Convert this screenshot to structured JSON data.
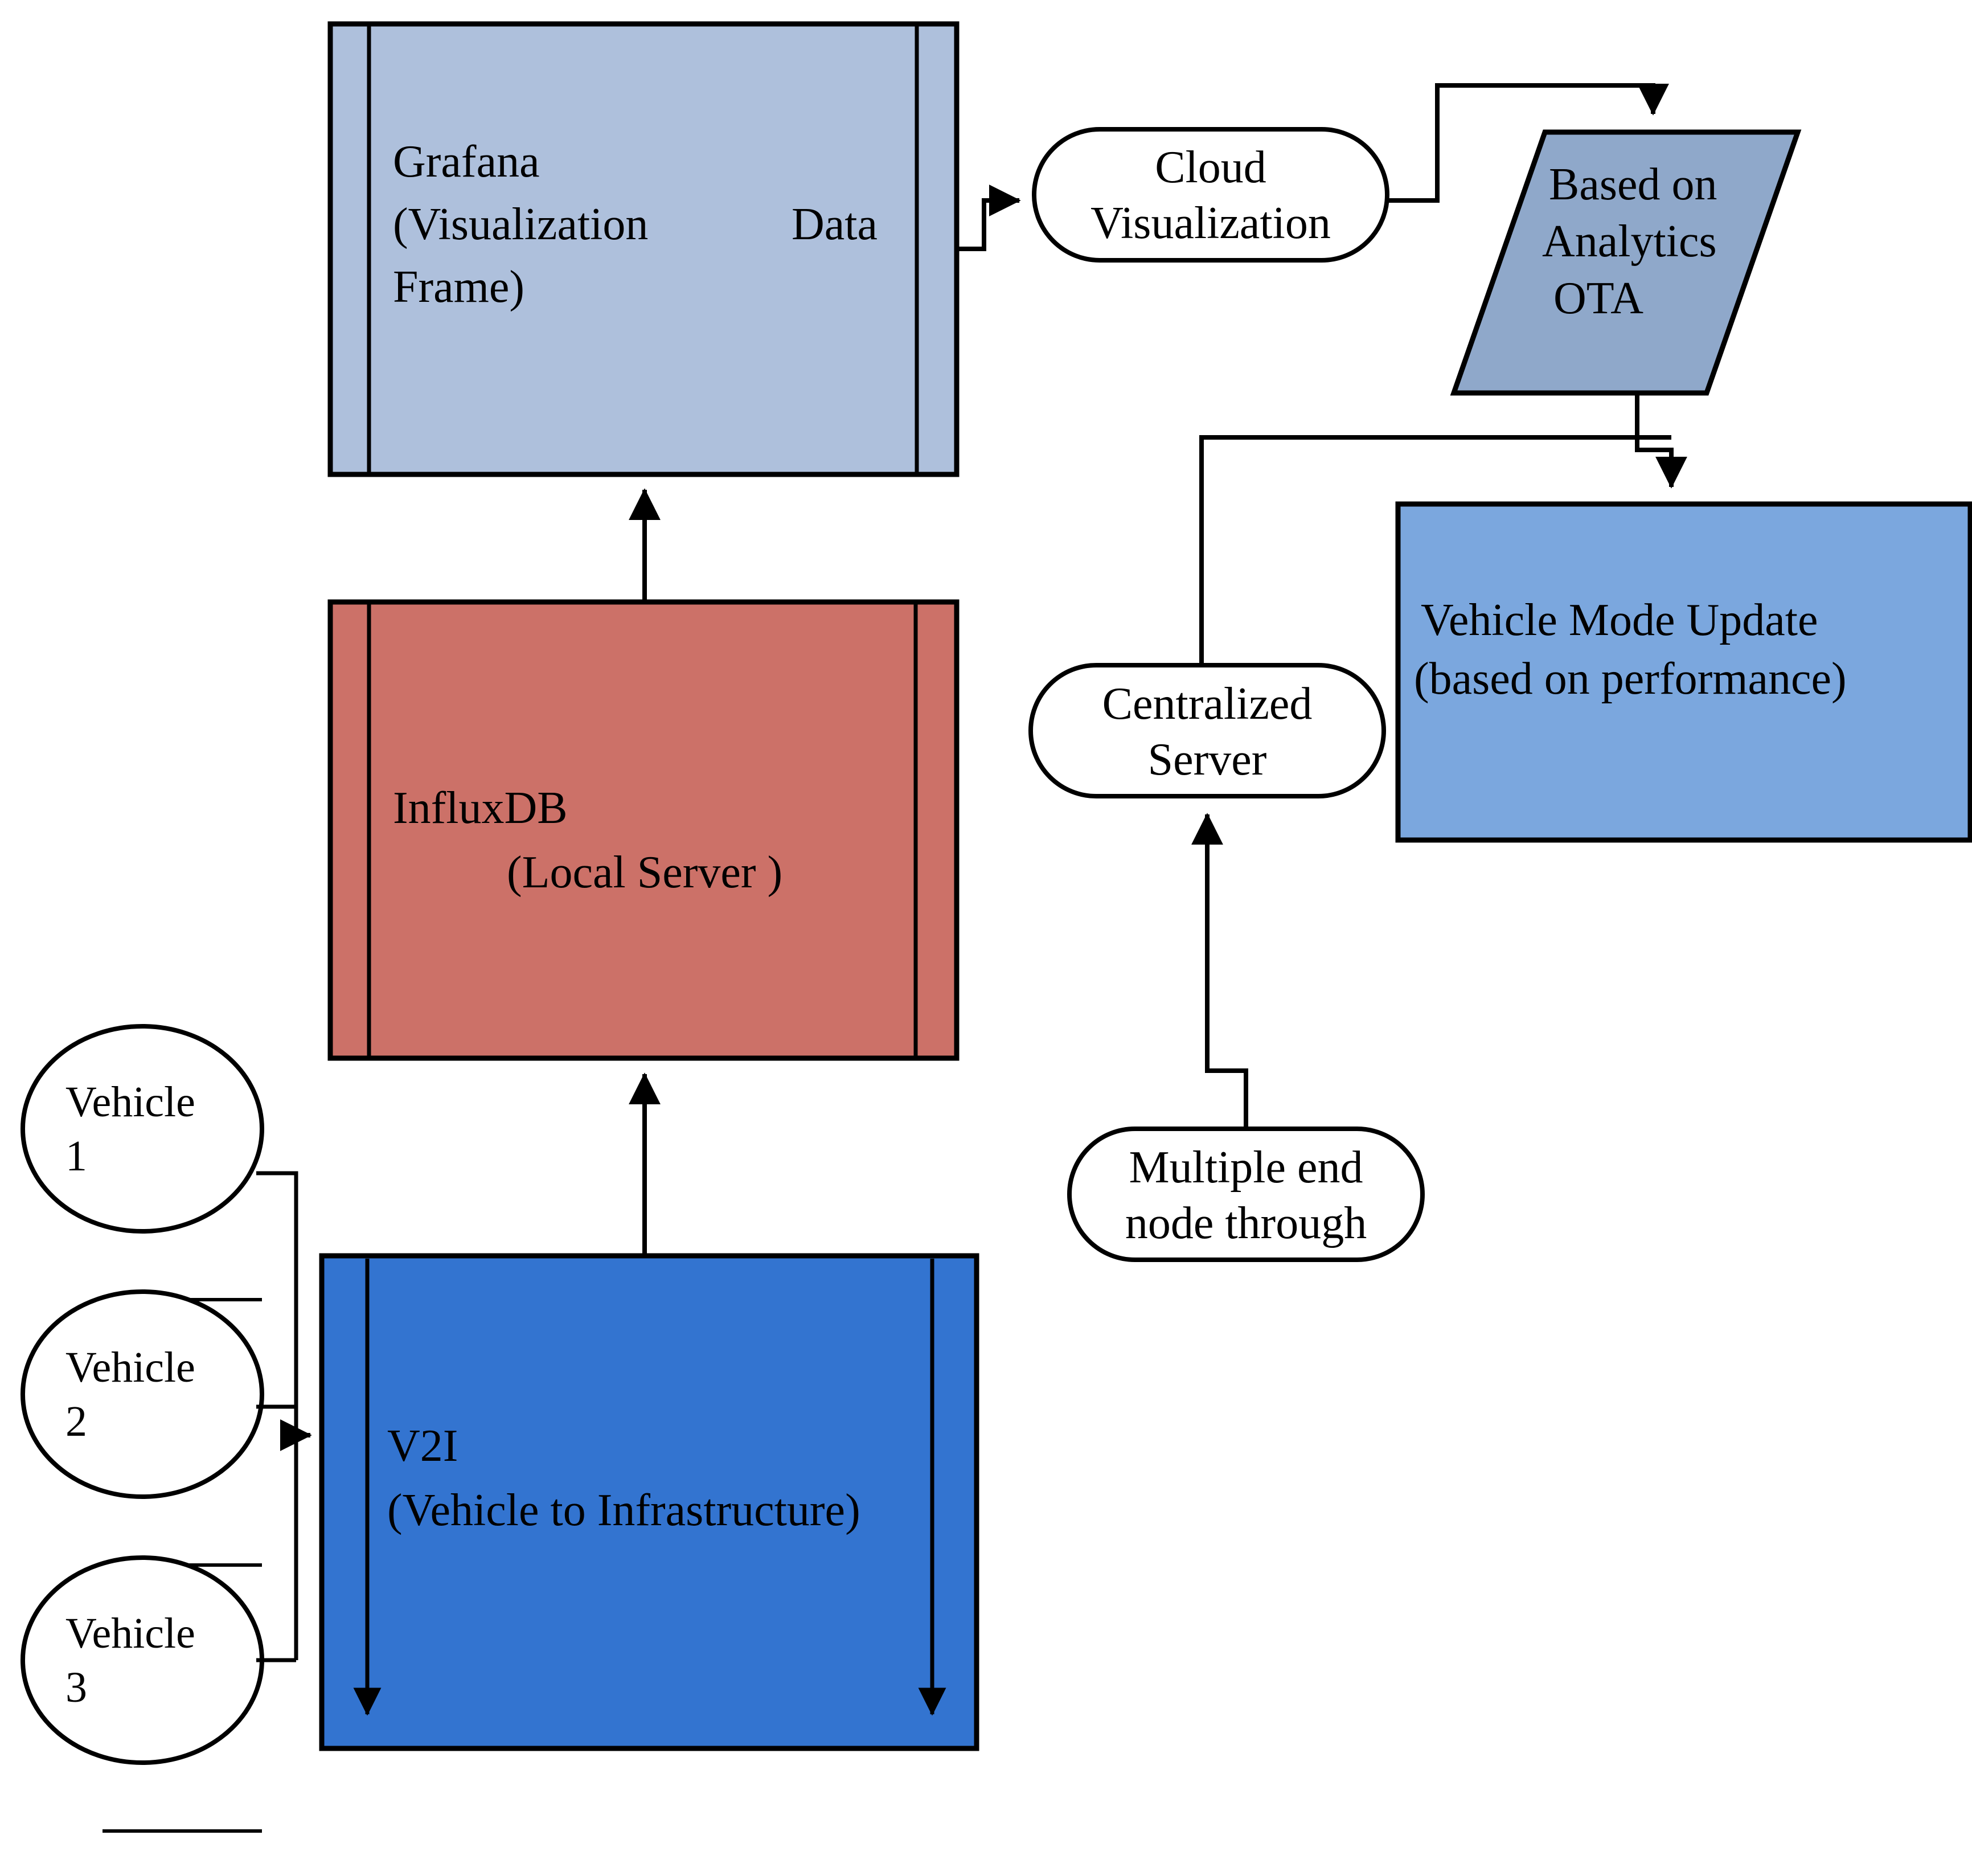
{
  "diagram": {
    "title": "Vehicle data pipeline and OTA update flowchart",
    "colors": {
      "grafana_fill": "#aec0dc",
      "influxdb_fill": "#cc7168",
      "v2i_fill": "#3374d0",
      "parallelogram_fill": "#8fa8ca",
      "vehicle_mode_fill": "#7ba7de",
      "stroke": "#000000",
      "background": "#ffffff",
      "node_fill": "#ffffff"
    },
    "nodes": {
      "grafana": {
        "id": "grafana",
        "shape": "predefined-process",
        "lines": [
          "Grafana",
          "(Visualization",
          "Frame)"
        ],
        "side_label": "Data"
      },
      "cloud_visualization": {
        "id": "cloud-visualization",
        "shape": "rounded-rectangle",
        "lines": [
          "Cloud",
          "Visualization"
        ]
      },
      "based_on_analytics_ota": {
        "id": "based-on-analytics-ota",
        "shape": "parallelogram",
        "lines": [
          "Based on",
          "Analytics",
          "OTA"
        ]
      },
      "vehicle_mode_update": {
        "id": "vehicle-mode-update",
        "shape": "rectangle",
        "lines": [
          "Vehicle Mode Update",
          "(based on performance)"
        ]
      },
      "influxdb": {
        "id": "influxdb",
        "shape": "predefined-process",
        "lines": [
          "InfluxDB",
          "(Local Server )"
        ]
      },
      "centralized_server": {
        "id": "centralized-server",
        "shape": "rounded-rectangle",
        "lines": [
          "Centralized",
          "Server"
        ]
      },
      "multiple_end_node": {
        "id": "multiple-end-node",
        "shape": "rounded-rectangle",
        "lines": [
          "Multiple end",
          "node through"
        ]
      },
      "v2i": {
        "id": "v2i",
        "shape": "predefined-process",
        "lines": [
          "V2I",
          "(Vehicle to Infrastructure)"
        ]
      },
      "vehicle_1": {
        "id": "vehicle-1",
        "shape": "ellipse",
        "lines": [
          "Vehicle",
          "1"
        ]
      },
      "vehicle_2": {
        "id": "vehicle-2",
        "shape": "ellipse",
        "lines": [
          "Vehicle",
          "2"
        ]
      },
      "vehicle_3": {
        "id": "vehicle-3",
        "shape": "ellipse",
        "lines": [
          "Vehicle",
          "3"
        ]
      }
    },
    "edges": [
      {
        "from": "influxdb",
        "to": "grafana",
        "style": "arrow-up"
      },
      {
        "from": "grafana",
        "to": "cloud_visualization",
        "style": "step-arrow-right"
      },
      {
        "from": "cloud_visualization",
        "to": "based_on_analytics_ota",
        "style": "step-arrow-down"
      },
      {
        "from": "based_on_analytics_ota",
        "to": "vehicle_mode_update",
        "style": "step-arrow-down"
      },
      {
        "from": "centralized_server",
        "to": "vehicle_mode_update",
        "style": "step-line"
      },
      {
        "from": "multiple_end_node",
        "to": "centralized_server",
        "style": "step-arrow-up"
      },
      {
        "from": "v2i",
        "to": "influxdb",
        "style": "arrow-up"
      },
      {
        "from": "vehicle_1",
        "to": "v2i",
        "style": "bus-arrow-right"
      },
      {
        "from": "vehicle_2",
        "to": "v2i",
        "style": "bus-arrow-right"
      },
      {
        "from": "vehicle_3",
        "to": "v2i",
        "style": "bus-arrow-right"
      }
    ]
  }
}
